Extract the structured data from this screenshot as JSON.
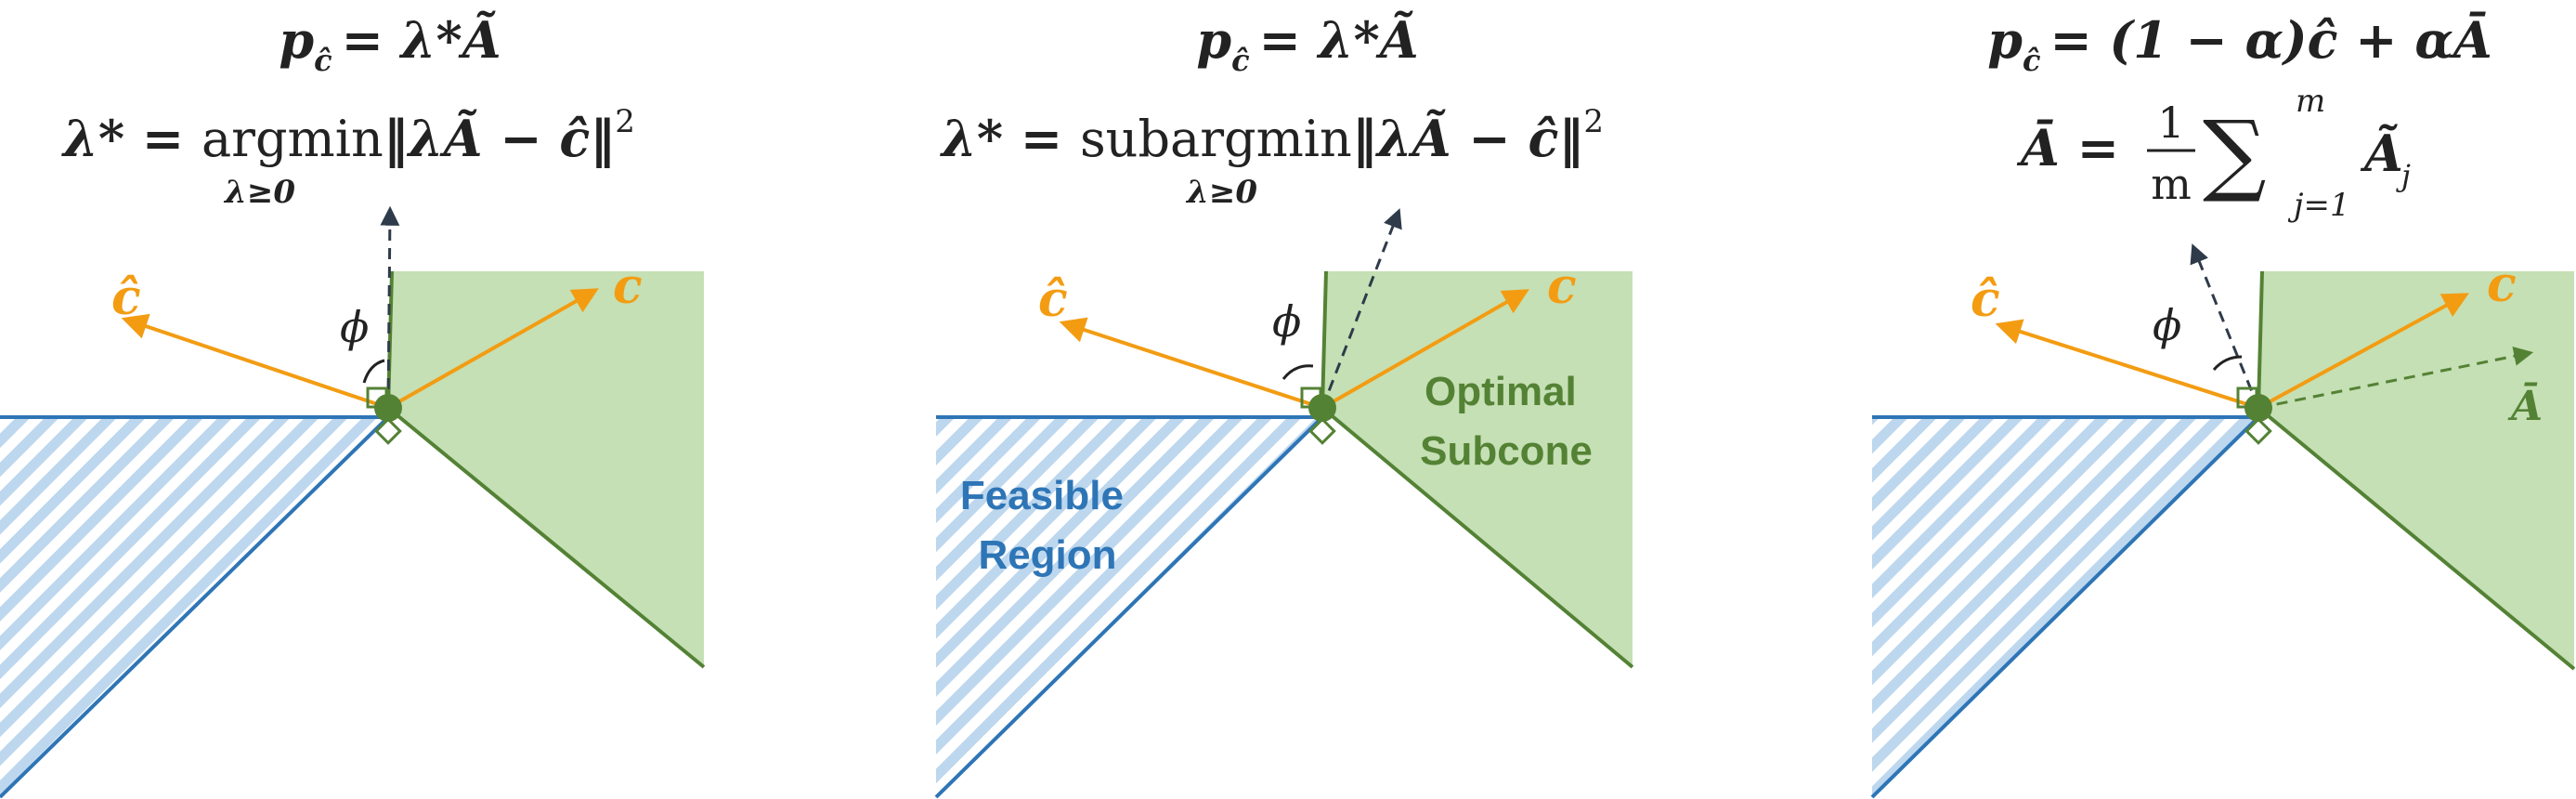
{
  "colors": {
    "feasible": "#2E75B6",
    "feasible_hatch": "#BDD7EE",
    "optimal_fill": "#C5E0B4",
    "optimal_line": "#548235",
    "vertex": "#548235",
    "cost_vector": "#F39C12",
    "dashed": "#2F3B4A",
    "text": "#222222"
  },
  "panels": [
    {
      "id": "panel-1",
      "eq_line1": {
        "lhs": "p",
        "sub": "ĉ",
        "rhs": "= λ*Ã"
      },
      "eq_line2": {
        "lhs": "λ* = ",
        "op": "argmin",
        "under": "λ≥0",
        "body": "‖λÃ − ĉ‖",
        "sup": "2"
      },
      "c_hat_label": "ĉ",
      "c_label": "c",
      "phi_label": "ϕ"
    },
    {
      "id": "panel-2",
      "eq_line1": {
        "lhs": "p",
        "sub": "ĉ",
        "rhs": "= λ*Ã"
      },
      "eq_line2": {
        "lhs": "λ* = ",
        "op": "subargmin",
        "under": "λ≥0",
        "body": "‖λÃ − ĉ‖",
        "sup": "2"
      },
      "c_hat_label": "ĉ",
      "c_label": "c",
      "phi_label": "ϕ",
      "optimal_label_1": "Optimal",
      "optimal_label_2": "Subcone",
      "feasible_label_1": "Feasible",
      "feasible_label_2": "Region"
    },
    {
      "id": "panel-3",
      "eq_line1": {
        "lhs": "p",
        "sub": "ĉ",
        "rhs": "= (1 − α)ĉ + αĀ"
      },
      "eq_line2": {
        "lhs": "Ā = ",
        "frac_num": "1",
        "frac_den": "m",
        "sum": "∑",
        "sum_top": "m",
        "sum_bottom": "j=1",
        "body": "Ã",
        "body_sub": "j"
      },
      "c_hat_label": "ĉ",
      "c_label": "c",
      "phi_label": "ϕ",
      "abar_label": "Ā"
    }
  ]
}
